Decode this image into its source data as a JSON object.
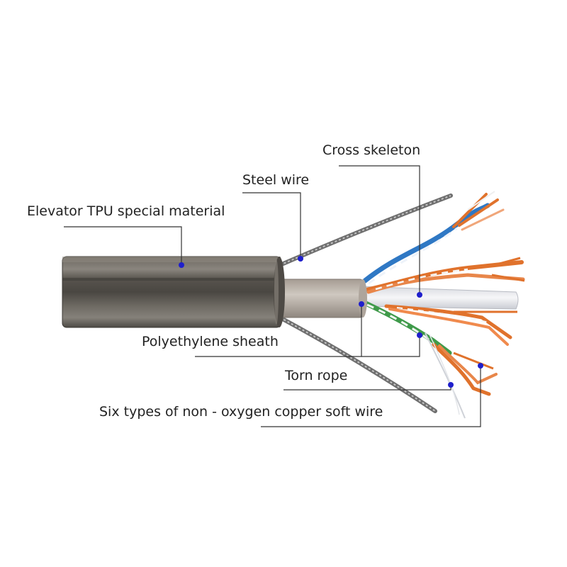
{
  "colors": {
    "background": "#ffffff",
    "text": "#222222",
    "leader_line": "#333333",
    "marker_dot": "#1f1fcc",
    "jacket": "#5a5650",
    "jacket_highlight": "#8a857e",
    "steel_wire": "#8e8e8e",
    "pe_sheath": "#b4aca4",
    "cross_skeleton": "#e9eaee",
    "copper_orange": "#e0722c",
    "copper_blue": "#2f78c4",
    "copper_green": "#3f9a4a",
    "copper_white": "#f2f2f2"
  },
  "labels": {
    "cross_skeleton": "Cross skeleton",
    "steel_wire": "Steel wire",
    "elevator_tpu": "Elevator TPU special material",
    "polyethylene_sheath": "Polyethylene sheath",
    "torn_rope": "Torn rope",
    "copper_wire": "Six types of non - oxygen copper soft wire"
  }
}
